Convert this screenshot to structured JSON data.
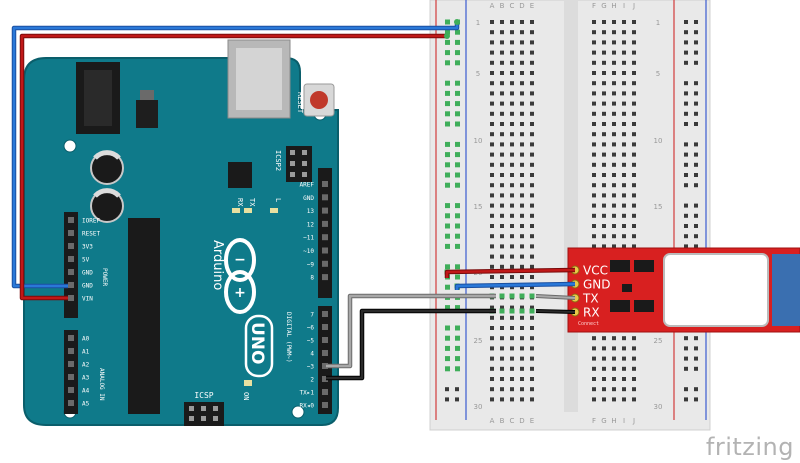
{
  "breadboard": {
    "columns_left": [
      "A",
      "B",
      "C",
      "D",
      "E"
    ],
    "columns_right": [
      "F",
      "G",
      "H",
      "I",
      "J"
    ],
    "row_numbers": [
      "1",
      "5",
      "10",
      "15",
      "20",
      "25",
      "30"
    ]
  },
  "arduino": {
    "brand": "Arduino",
    "model": "UNO",
    "reset_label": "RESET",
    "icsp2_label": "ICSP2",
    "icsp_label": "ICSP",
    "tx_label": "TX",
    "rx_label": "RX",
    "l_label": "L",
    "on_label": "ON",
    "power_label": "POWER",
    "analog_label": "ANALOG IN",
    "digital_label": "DIGITAL (PWM~)",
    "power_pins": [
      "IOREF",
      "RESET",
      "3V3",
      "5V",
      "GND",
      "GND",
      "VIN"
    ],
    "analog_pins": [
      "A0",
      "A1",
      "A2",
      "A3",
      "A4",
      "A5"
    ],
    "digital_top": [
      "AREF",
      "GND",
      "13",
      "12",
      "~11",
      "~10",
      "~9",
      "8"
    ],
    "digital_bottom": [
      "7",
      "~6",
      "~5",
      "4",
      "~3",
      "2",
      "TX▸1",
      "RX◂0"
    ]
  },
  "bluetooth_module": {
    "pins": [
      "VCC",
      "GND",
      "TX",
      "RX"
    ],
    "small_text": "Connect"
  },
  "watermark": "fritzing",
  "colors": {
    "board": "#0f7a8a",
    "board_edge": "#0a5e6b",
    "module_red": "#d82020",
    "wire_red": "#c01818",
    "wire_blue": "#2a78d8",
    "wire_gray": "#9a9a9a",
    "wire_black": "#1a1a1a",
    "breadboard": "#e9e9e9",
    "hole_green": "#3fae5a"
  }
}
